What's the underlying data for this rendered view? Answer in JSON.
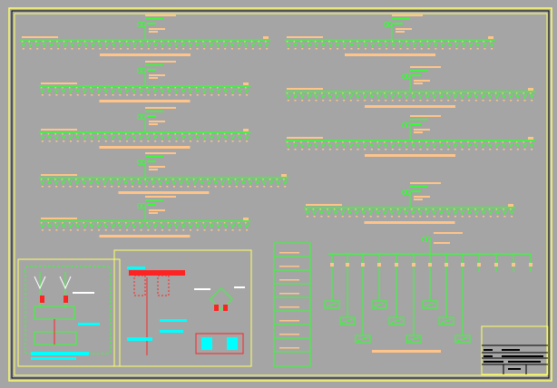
{
  "drawing": {
    "colors": {
      "background": "#a5a5a5",
      "frame": "#ffff66",
      "frame_inner": "#000000",
      "circuit": "#33ff33",
      "annotation": "#ffc48a",
      "detail_red": "#ff2222",
      "detail_cyan": "#00ffff",
      "title_block_line": "#000000"
    },
    "panels": [
      {
        "feeders": 36
      },
      {
        "feeders": 30
      },
      {
        "feeders": 30
      },
      {
        "feeders": 36
      },
      {
        "feeders": 30
      },
      {
        "feeders": 30
      },
      {
        "feeders": 36
      },
      {
        "feeders": 36
      },
      {
        "feeders": 30
      }
    ]
  }
}
